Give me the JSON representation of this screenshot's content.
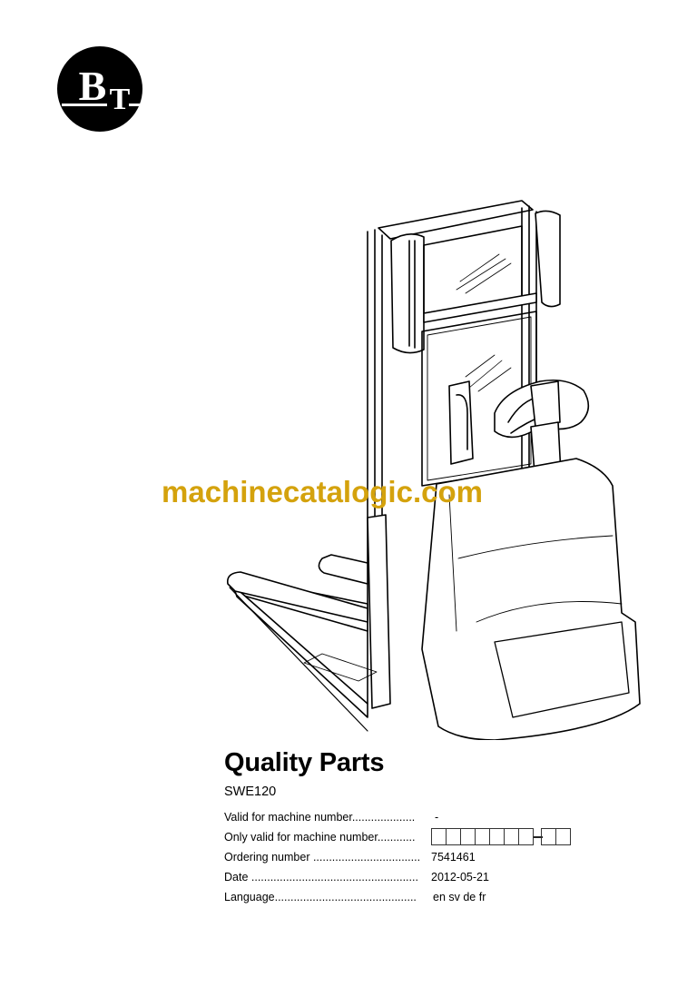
{
  "logo": {
    "text": "BT",
    "icon": "bt-logo-icon"
  },
  "illustration": {
    "subject": "electric pallet stacker line drawing",
    "icon": "stacker-illustration"
  },
  "watermark": {
    "text": "machinecatalogic.com",
    "color": "#d4a20d"
  },
  "document": {
    "title": "Quality Parts",
    "model": "SWE120",
    "fields": [
      {
        "label": "Valid for machine number....................",
        "value": "-"
      },
      {
        "label": "Only valid for machine number............",
        "value": "",
        "boxes_before_dash": 7,
        "boxes_after_dash": 2
      },
      {
        "label": "Ordering number ..................................",
        "value": "7541461"
      },
      {
        "label": "Date .....................................................",
        "value": "2012-05-21"
      },
      {
        "label": "Language.............................................",
        "value": "en sv de fr"
      }
    ]
  },
  "colors": {
    "text": "#000000",
    "background": "#ffffff",
    "watermark": "#d4a20d"
  }
}
